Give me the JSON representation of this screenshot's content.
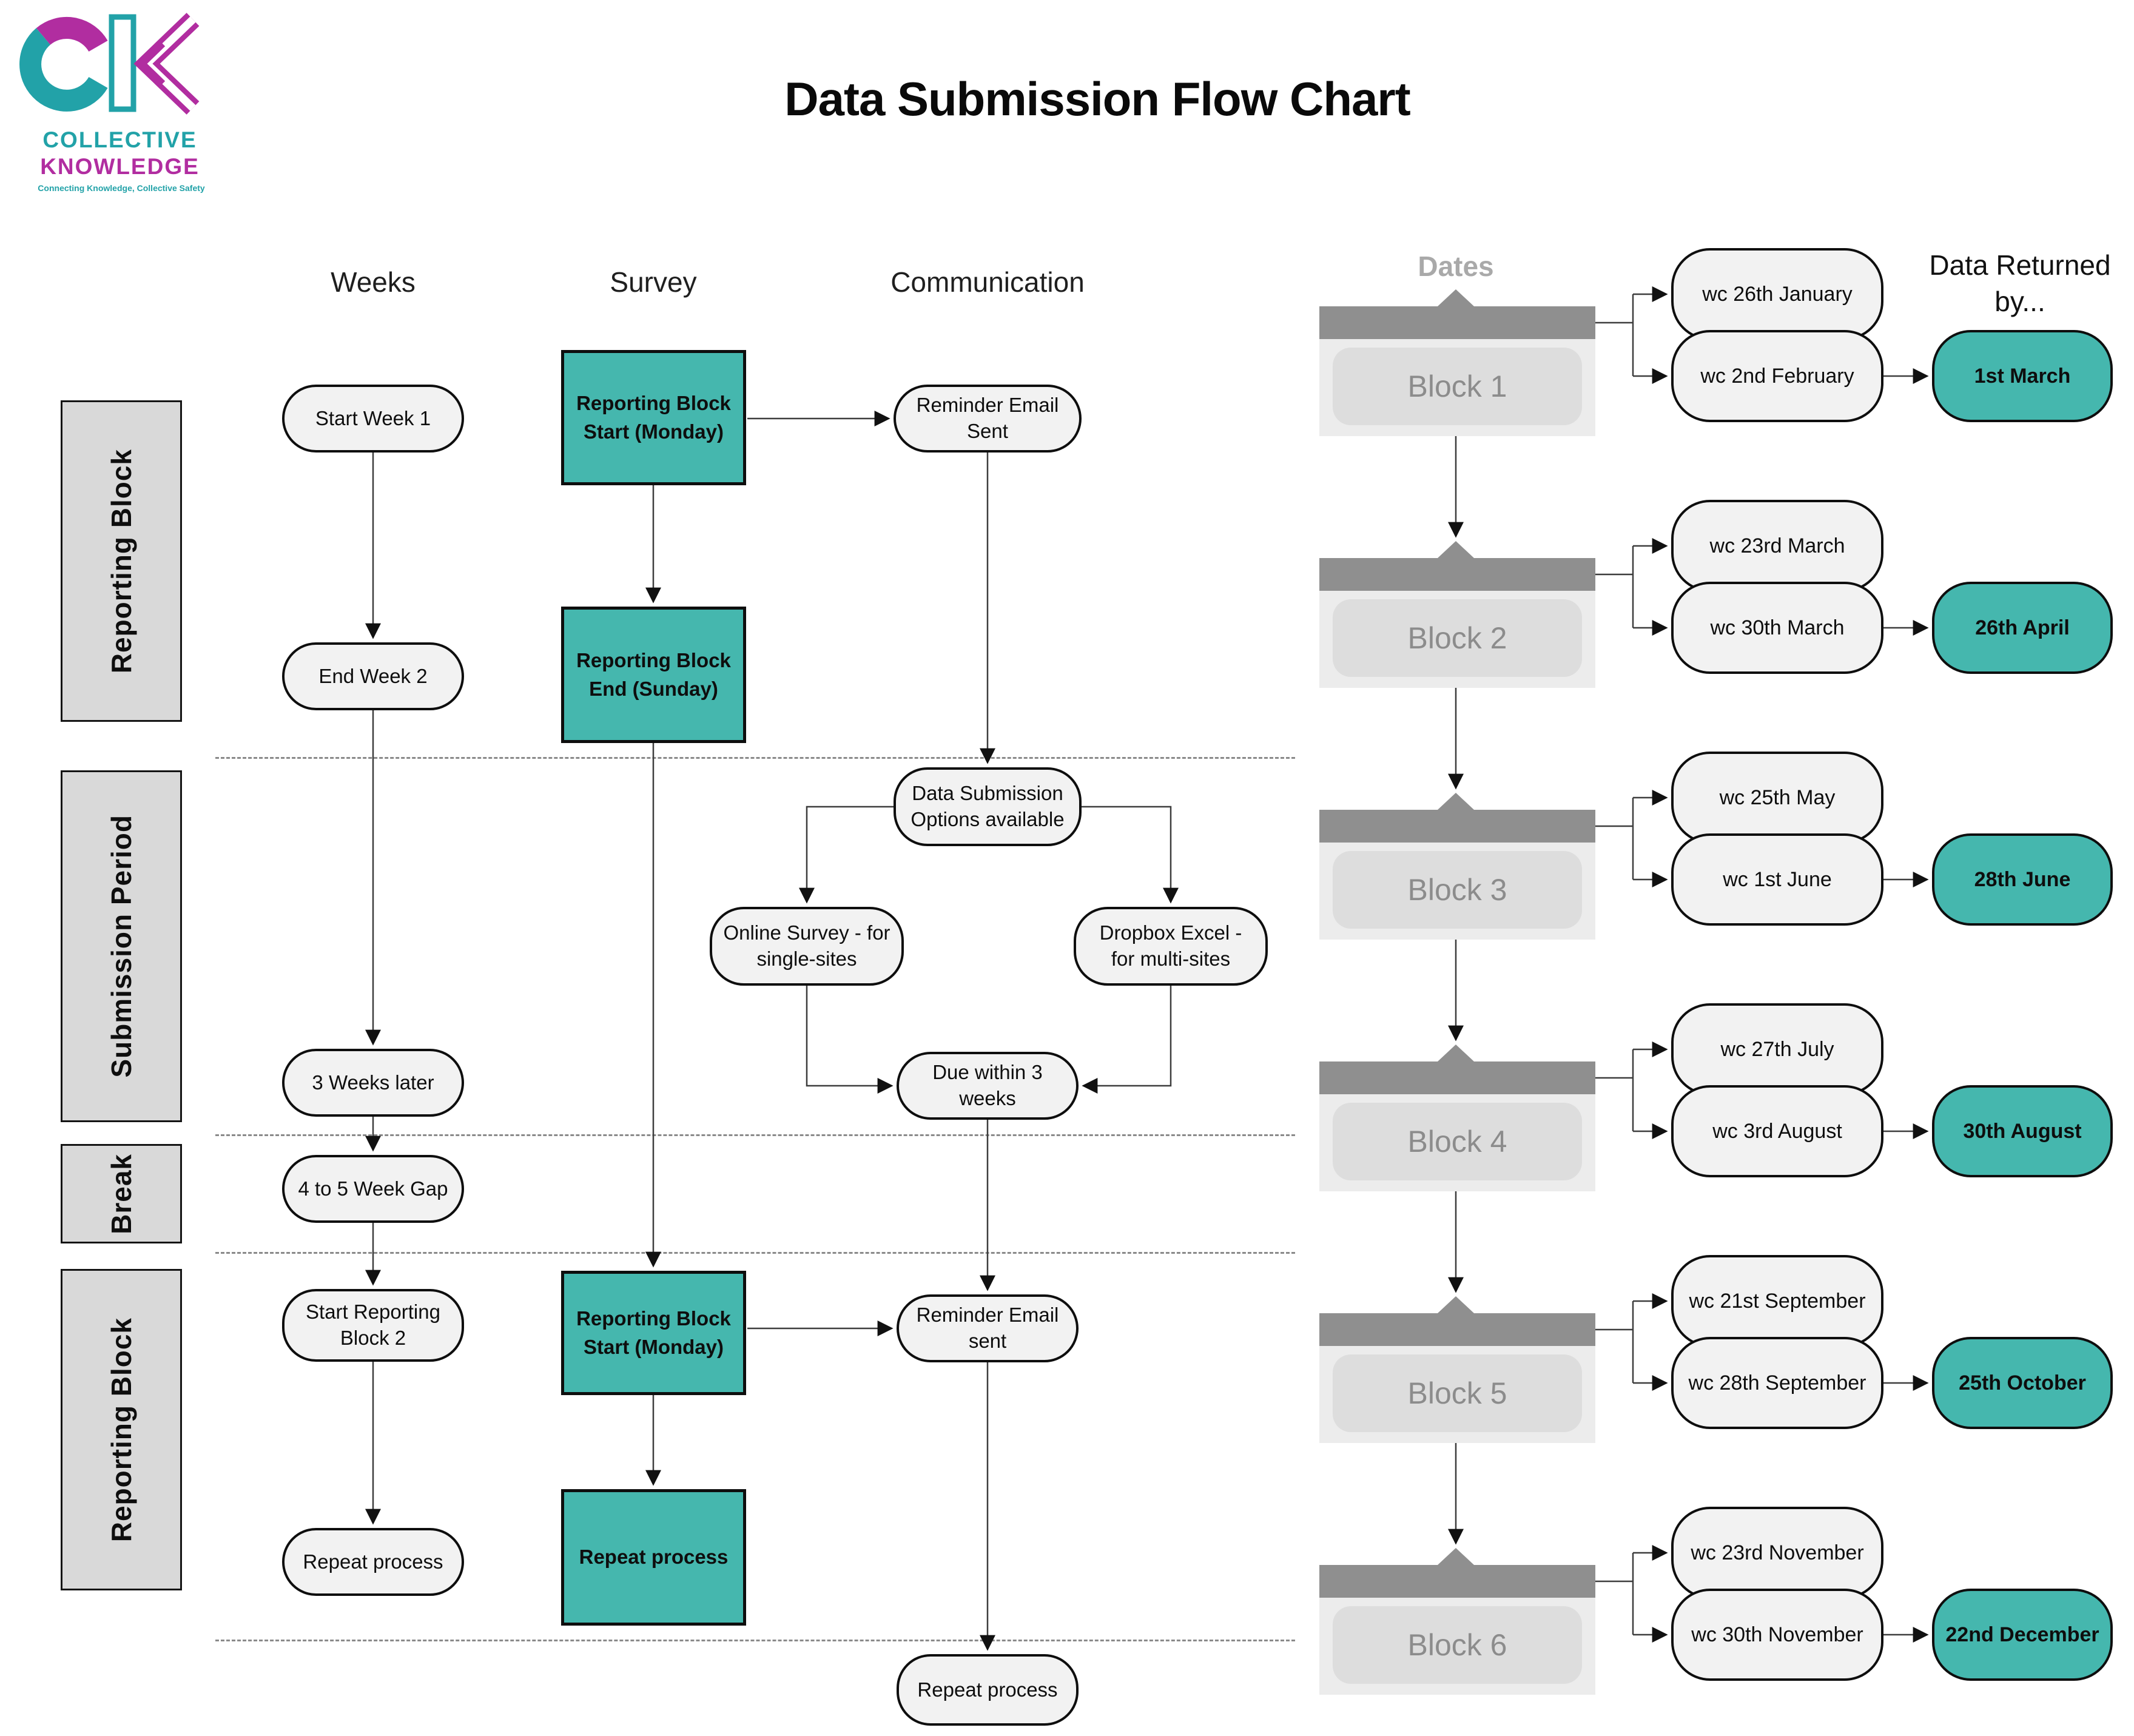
{
  "logo": {
    "word1": "COLLECTIVE",
    "word2": "KNOWLEDGE",
    "tagline": "Connecting Knowledge, Collective Safety"
  },
  "title": "Data Submission Flow Chart",
  "headers": {
    "weeks": "Weeks",
    "survey": "Survey",
    "communication": "Communication",
    "dates": "Dates",
    "data_returned_line1": "Data Returned",
    "data_returned_line2": "by..."
  },
  "side_sections": [
    "Reporting Block",
    "Submission Period",
    "Break",
    "Reporting Block"
  ],
  "weeks_flow": [
    "Start Week 1",
    "End Week 2",
    "3 Weeks later",
    "4 to 5 Week Gap",
    "Start Reporting Block 2",
    "Repeat process"
  ],
  "survey_flow": [
    "Reporting Block Start (Monday)",
    "Reporting Block End (Sunday)",
    "Reporting Block Start (Monday)",
    "Repeat process"
  ],
  "communication_flow": {
    "reminder1": "Reminder Email Sent",
    "options": "Data Submission Options available",
    "online": "Online Survey - for single-sites",
    "dropbox": "Dropbox Excel - for multi-sites",
    "due": "Due within 3 weeks",
    "reminder2": "Reminder Email sent",
    "repeat": "Repeat process"
  },
  "blocks": [
    {
      "name": "Block 1",
      "week1": "wc 26th January",
      "week2": "wc 2nd February",
      "returned": "1st March"
    },
    {
      "name": "Block 2",
      "week1": "wc 23rd March",
      "week2": "wc 30th March",
      "returned": "26th April"
    },
    {
      "name": "Block 3",
      "week1": "wc 25th May",
      "week2": "wc 1st June",
      "returned": "28th June"
    },
    {
      "name": "Block 4",
      "week1": "wc 27th July",
      "week2": "wc 3rd August",
      "returned": "30th August"
    },
    {
      "name": "Block 5",
      "week1": "wc 21st September",
      "week2": "wc 28th September",
      "returned": "25th October"
    },
    {
      "name": "Block 6",
      "week1": "wc 23rd November",
      "week2": "wc 30th November",
      "returned": "22nd December"
    }
  ],
  "colors": {
    "teal": "#45b7ae",
    "logo_teal": "#22a2a8",
    "logo_magenta": "#b12da0",
    "bubble_fill": "#f2f2f2",
    "section_fill": "#d9d9d9",
    "block_bar": "#8f8f8f",
    "block_fill": "#ececec",
    "block_inner": "#dddddd"
  }
}
